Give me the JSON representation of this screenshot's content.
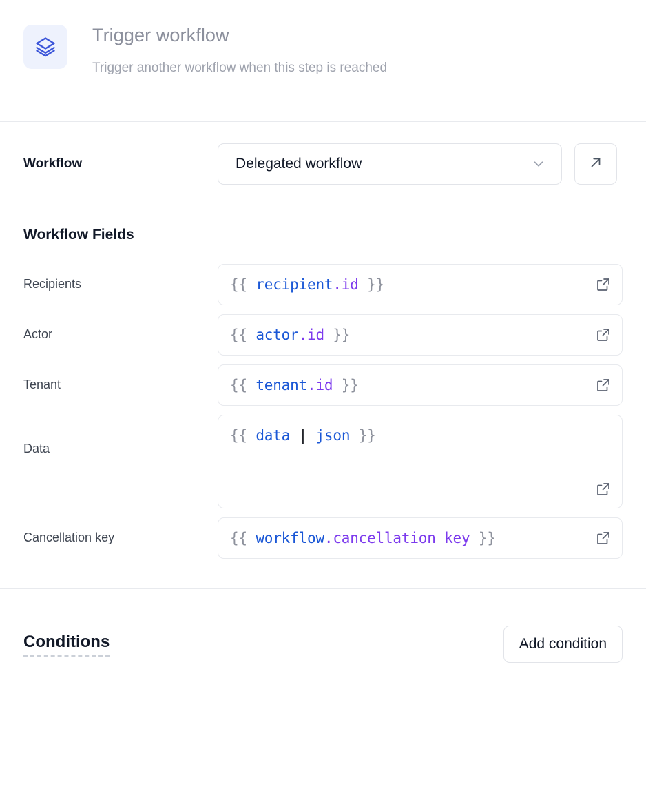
{
  "header": {
    "icon": "layers-icon",
    "title": "Trigger workflow",
    "subtitle": "Trigger another workflow when this step is reached"
  },
  "workflow": {
    "label": "Workflow",
    "selected": "Delegated workflow",
    "chevron_icon": "chevron-down-icon",
    "open_icon": "arrow-up-right-icon"
  },
  "fields": {
    "heading": "Workflow Fields",
    "expand_icon": "external-link-icon",
    "rows": [
      {
        "label": "Recipients",
        "value": "{{ recipient.id }}",
        "tokens": [
          {
            "text": "{{ ",
            "type": "brace"
          },
          {
            "text": "recipient",
            "type": "obj"
          },
          {
            "text": ".id",
            "type": "prop"
          },
          {
            "text": " }}",
            "type": "brace"
          }
        ],
        "multiline": false
      },
      {
        "label": "Actor",
        "value": "{{ actor.id }}",
        "tokens": [
          {
            "text": "{{ ",
            "type": "brace"
          },
          {
            "text": "actor",
            "type": "obj"
          },
          {
            "text": ".id",
            "type": "prop"
          },
          {
            "text": " }}",
            "type": "brace"
          }
        ],
        "multiline": false
      },
      {
        "label": "Tenant",
        "value": "{{ tenant.id }}",
        "tokens": [
          {
            "text": "{{ ",
            "type": "brace"
          },
          {
            "text": "tenant",
            "type": "obj"
          },
          {
            "text": ".id",
            "type": "prop"
          },
          {
            "text": " }}",
            "type": "brace"
          }
        ],
        "multiline": false
      },
      {
        "label": "Data",
        "value": "{{ data | json }}",
        "tokens": [
          {
            "text": "{{ ",
            "type": "brace"
          },
          {
            "text": "data",
            "type": "obj"
          },
          {
            "text": " ",
            "type": "brace"
          },
          {
            "text": "|",
            "type": "pipe"
          },
          {
            "text": " ",
            "type": "brace"
          },
          {
            "text": "json",
            "type": "filter"
          },
          {
            "text": " }}",
            "type": "brace"
          }
        ],
        "multiline": true
      },
      {
        "label": "Cancellation key",
        "value": "{{ workflow.cancellation_key }}",
        "tokens": [
          {
            "text": "{{ ",
            "type": "brace"
          },
          {
            "text": "workflow",
            "type": "obj"
          },
          {
            "text": ".cancellation_key",
            "type": "prop"
          },
          {
            "text": " }}",
            "type": "brace"
          }
        ],
        "multiline": false
      }
    ]
  },
  "conditions": {
    "title": "Conditions",
    "add_label": "Add condition"
  },
  "colors": {
    "icon_accent": "#3b55d9",
    "icon_bg": "#eef2fd",
    "token_object": "#1a57d6",
    "token_property": "#7c3aed",
    "token_brace": "#8d919c",
    "border": "#e2e4e9",
    "title_gray": "#8b8f9c"
  }
}
